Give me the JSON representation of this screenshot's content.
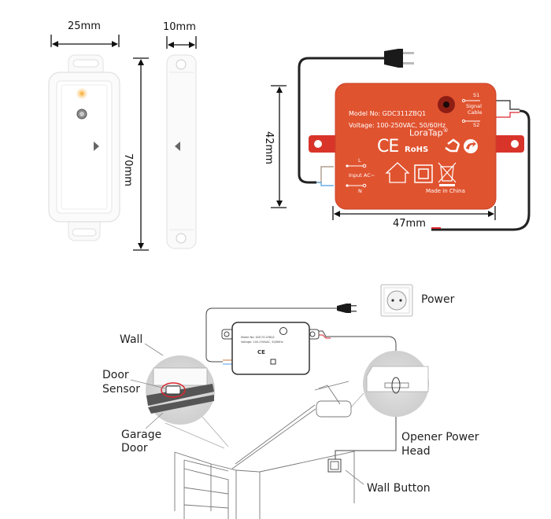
{
  "sensor": {
    "width_label": "25mm",
    "thickness_label": "10mm",
    "height_label": "70mm"
  },
  "controller": {
    "height_label": "42mm",
    "width_label": "47mm",
    "model": "Model No: GDC311ZBQ1",
    "voltage": "Voltage: 100-250VAC, 50/60Hz",
    "brand": "LoraTap",
    "brand_mark": "®",
    "signal_s1": "S1",
    "signal_label_1": "Signal",
    "signal_label_2": "Cable",
    "signal_s2": "S2",
    "input_l": "L",
    "input_label": "Input AC~",
    "input_n": "N",
    "ce_mark": "CE",
    "rohs_mark": "RoHS",
    "made_in": "Made in China",
    "body_color": "#e0532f"
  },
  "installation": {
    "power_label": "Power",
    "wall_label": "Wall",
    "door_sensor_label_1": "Door",
    "door_sensor_label_2": "Sensor",
    "garage_door_label_1": "Garage",
    "garage_door_label_2": "Door",
    "opener_label_1": "Opener Power",
    "opener_label_2": "Head",
    "wall_button_label": "Wall Button",
    "highlight_color": "#d9262c"
  }
}
